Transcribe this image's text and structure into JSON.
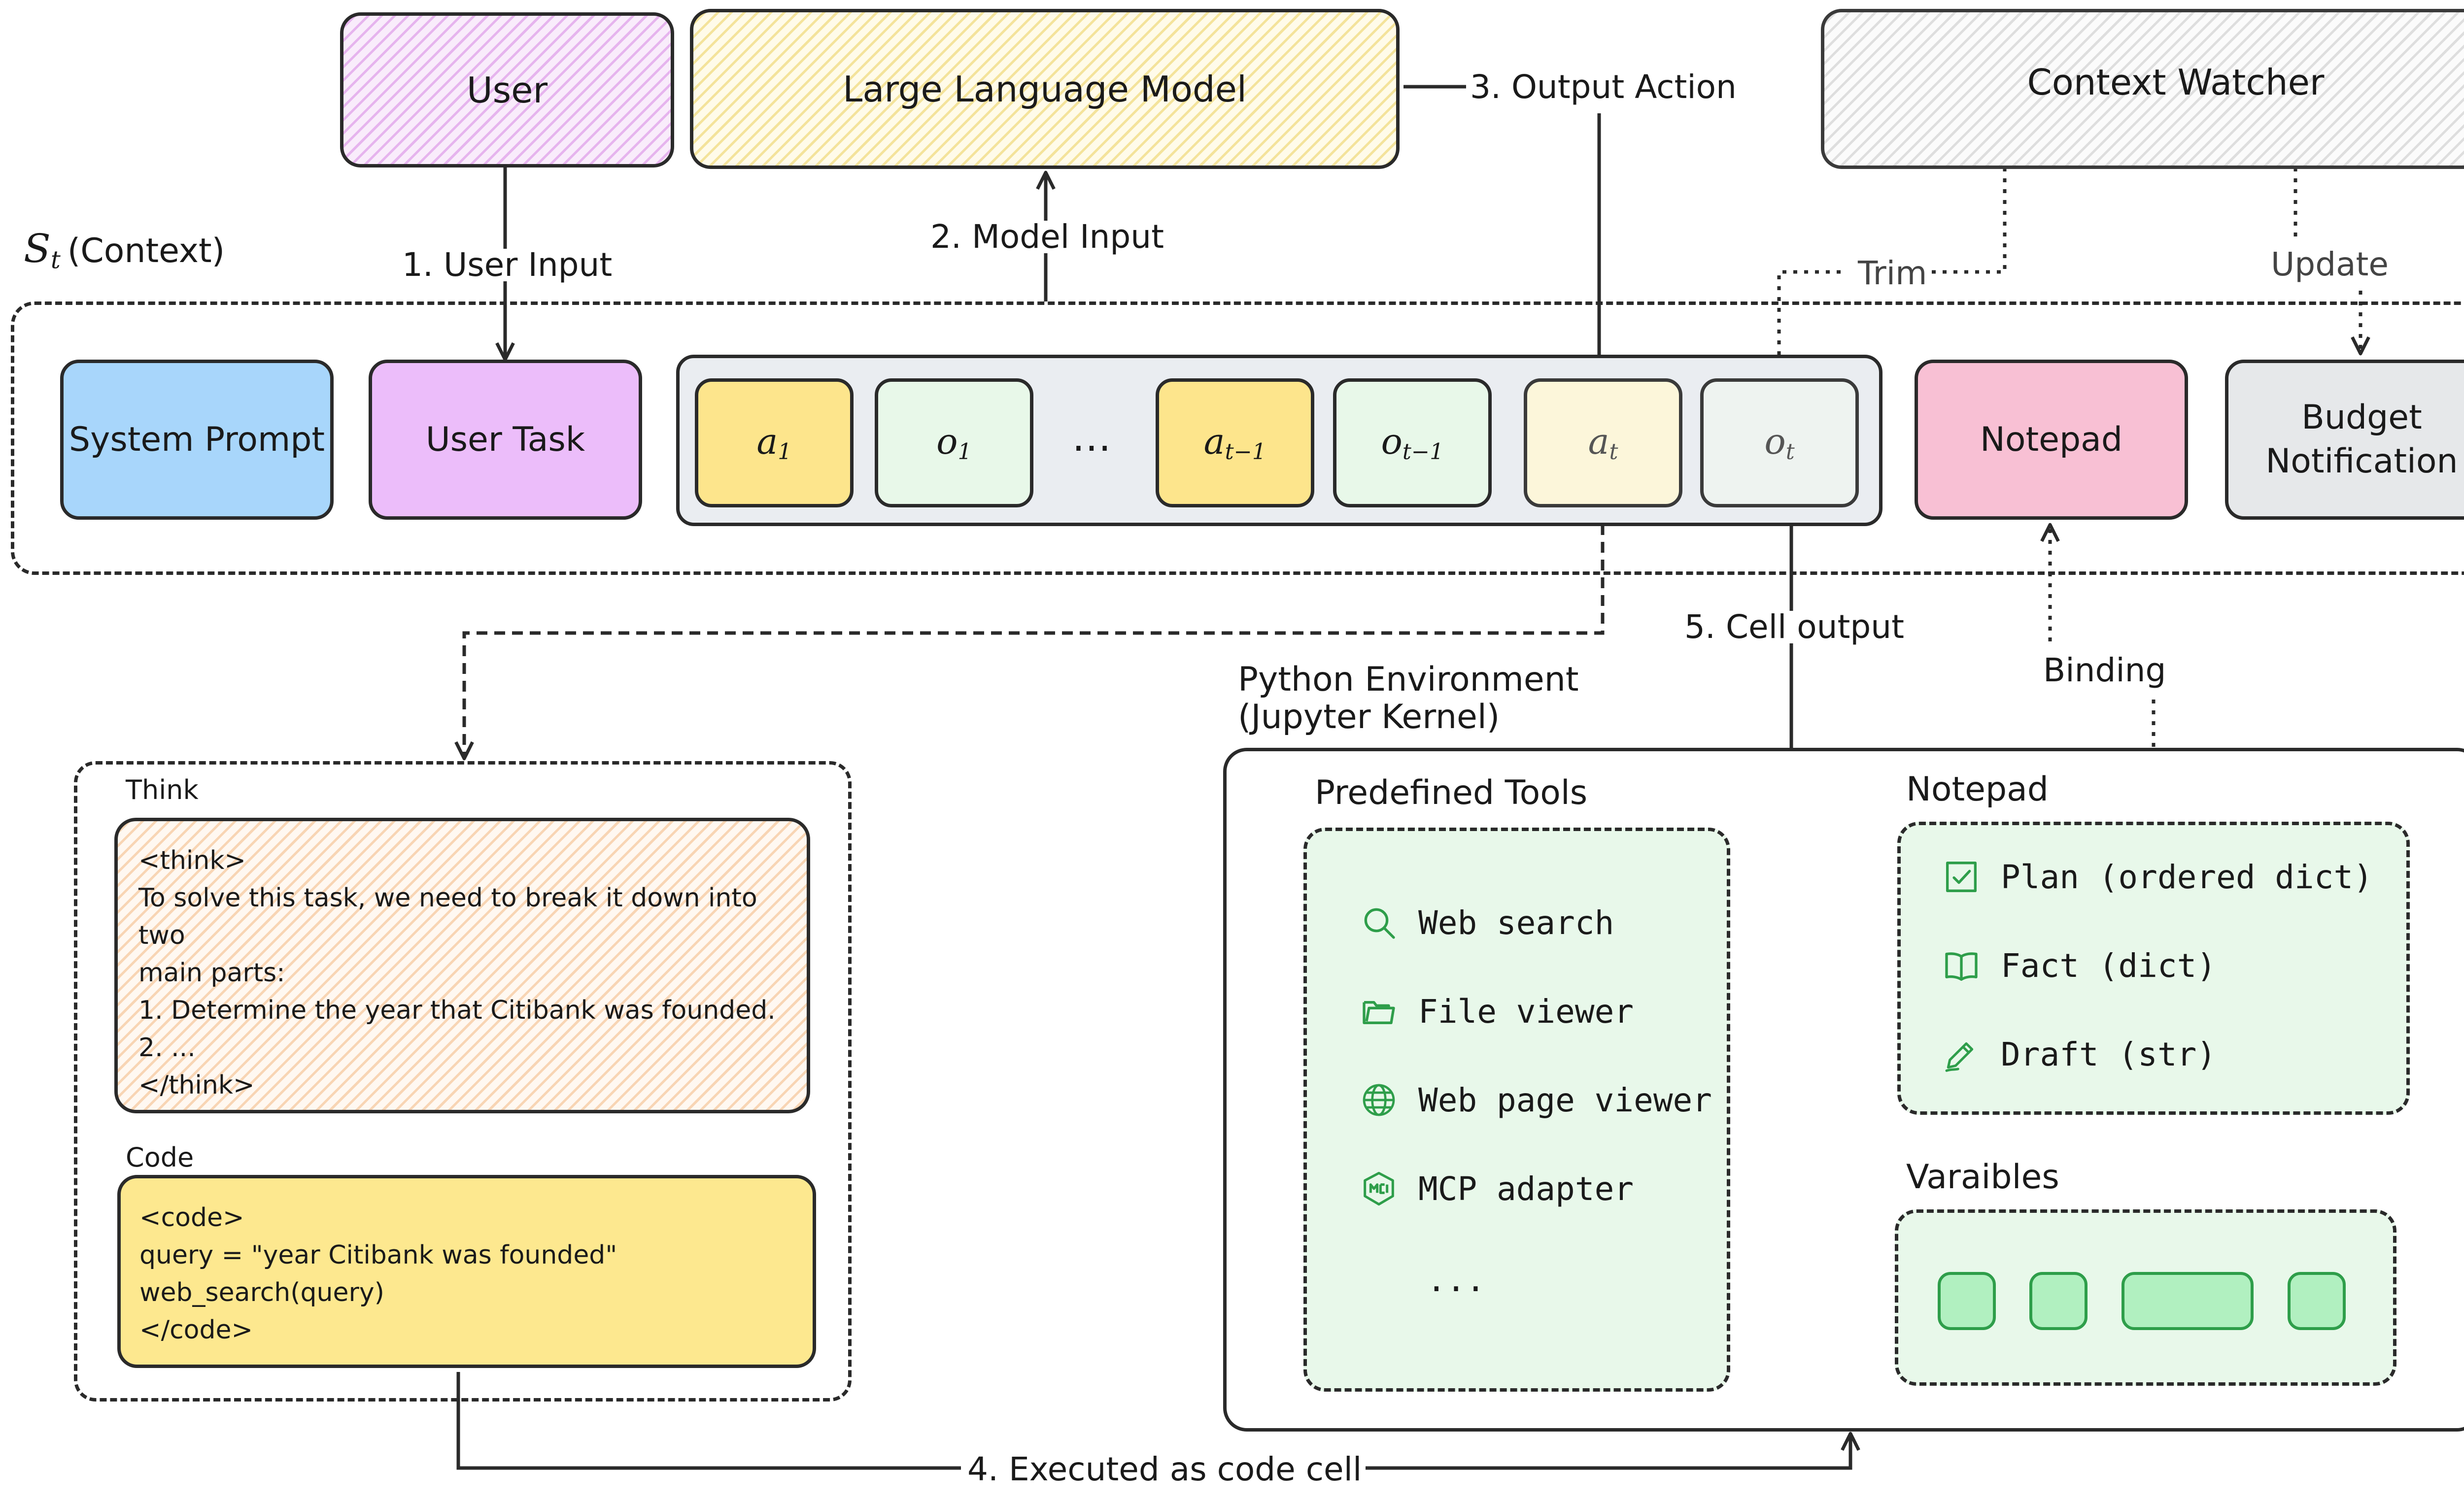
{
  "top": {
    "user": "User",
    "llm": "Large Language Model",
    "watcher": "Context Watcher"
  },
  "context": {
    "label": "(Context)",
    "system_prompt": "System Prompt",
    "user_task": "User Task",
    "ellipsis": "…",
    "notepad": "Notepad",
    "budget_line1": "Budget",
    "budget_line2": "Notification"
  },
  "steps": {
    "user_input": "1. User Input",
    "model_input": "2. Model Input",
    "output_action": "3. Output Action",
    "executed": "4. Executed as code cell",
    "cell_output": "5. Cell output",
    "trim": "Trim",
    "update": "Update",
    "binding": "Binding"
  },
  "agent": {
    "think_label": "Think",
    "think_lines": [
      "<think>",
      "To solve this task, we need to break it down into two",
      "main parts:",
      "1. Determine the year that Citibank was founded.",
      "2. ...",
      "</think>"
    ],
    "code_label": "Code",
    "code_lines": [
      "<code>",
      "query = \"year Citibank was founded\"",
      "web_search(query)",
      "</code>"
    ]
  },
  "env": {
    "title_line1": "Python Environment",
    "title_line2": "(Jupyter Kernel)",
    "tools_title": "Predefined Tools",
    "tools": [
      {
        "icon": "search-icon",
        "label": "Web search"
      },
      {
        "icon": "folder-icon",
        "label": "File viewer"
      },
      {
        "icon": "globe-icon",
        "label": "Web page viewer"
      },
      {
        "icon": "mcp-icon",
        "label": "MCP adapter"
      }
    ],
    "tools_more": "...",
    "notepad_title": "Notepad",
    "notepad_items": [
      {
        "icon": "checkbox-icon",
        "label": "Plan (ordered dict)"
      },
      {
        "icon": "book-icon",
        "label": "Fact (dict)"
      },
      {
        "icon": "pencil-icon",
        "label": "Draft (str)"
      }
    ],
    "variables_title": "Varaibles"
  },
  "colors": {
    "system_prompt": "#a8d6fb",
    "user_task": "#ecbdfa",
    "action": "#fde58c",
    "observation": "#e8f8e9",
    "action_current": "#fcf6da",
    "observation_current": "#eef3f0",
    "history_bg": "#eaedf1",
    "notepad": "#f8c0d4",
    "budget": "#e6e8ea",
    "env_panel": "#e8f8ea",
    "green_icon": "#2e9e4a",
    "code_bg": "#fde88f"
  }
}
